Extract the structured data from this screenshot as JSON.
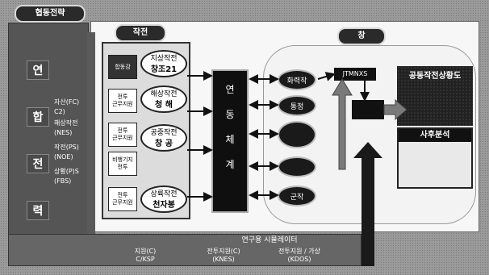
{
  "titles": {
    "strategy": "협동전략",
    "process": "작전",
    "window": "창"
  },
  "left_column": {
    "chars": [
      "연",
      "합",
      "전",
      "력"
    ],
    "notes": [
      "자산(FC)",
      "C2)",
      "해상작전",
      "(NES)",
      "작전(PS)",
      "(NOE)",
      "상황(P)S",
      "(FBS)"
    ]
  },
  "ops": [
    {
      "org": "합동감",
      "org_dark": true,
      "name": "지상작전",
      "sub": "창조21"
    },
    {
      "org": "전투\n근무지원",
      "org_dark": false,
      "name": "해상작전",
      "sub": "청 해"
    },
    {
      "org": "전투\n근무지원",
      "org_dark": false,
      "name": "공중작전",
      "sub": "창 공"
    },
    {
      "org": "비행기지\n전투",
      "org_dark": false,
      "name": "",
      "sub": ""
    },
    {
      "org": "전투\n근무지원",
      "org_dark": false,
      "name": "상륙작전",
      "sub": "천자봉"
    }
  ],
  "link_chars": [
    "연",
    "동",
    "체",
    "계"
  ],
  "systems": [
    "화력작",
    "통정",
    "",
    "",
    "군작"
  ],
  "top_bar_label": "JTMNXS",
  "right": {
    "map_title": "공동작전상황도",
    "analysis_title": "사후분석"
  },
  "bottom": {
    "title": "연구용 시뮬레이터",
    "items": [
      "지원(C)\nC/KSP",
      "전투지원(C)\n(KNES)",
      "전투지원 / 가상\n(KDOS)"
    ]
  }
}
